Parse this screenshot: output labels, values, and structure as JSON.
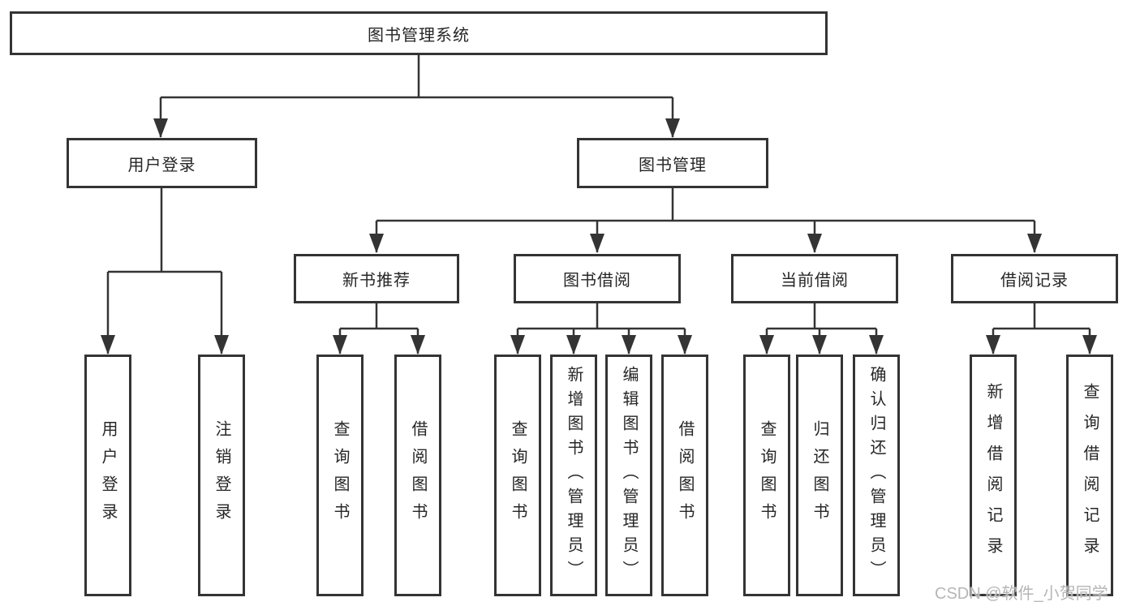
{
  "diagram": {
    "type": "hierarchy-tree",
    "title": "图书管理系统"
  },
  "nodes": {
    "root": {
      "label": "图书管理系统"
    },
    "level2": [
      {
        "label": "用户登录"
      },
      {
        "label": "图书管理"
      }
    ],
    "level3": [
      {
        "label": "新书推荐",
        "parent": "图书管理"
      },
      {
        "label": "图书借阅",
        "parent": "图书管理"
      },
      {
        "label": "当前借阅",
        "parent": "图书管理"
      },
      {
        "label": "借阅记录",
        "parent": "图书管理"
      }
    ],
    "leaves": [
      {
        "label": "用户登录",
        "parent": "用户登录"
      },
      {
        "label": "注销登录",
        "parent": "用户登录"
      },
      {
        "label": "查询图书",
        "parent": "新书推荐"
      },
      {
        "label": "借阅图书",
        "parent": "新书推荐"
      },
      {
        "label": "查询图书",
        "parent": "图书借阅"
      },
      {
        "label": "新增图书（管理员）",
        "parent": "图书借阅"
      },
      {
        "label": "编辑图书（管理员）",
        "parent": "图书借阅"
      },
      {
        "label": "借阅图书",
        "parent": "图书借阅"
      },
      {
        "label": "查询图书",
        "parent": "当前借阅"
      },
      {
        "label": "归还图书",
        "parent": "当前借阅"
      },
      {
        "label": "确认归还（管理员）",
        "parent": "当前借阅"
      },
      {
        "label": "新增借阅记录",
        "parent": "借阅记录"
      },
      {
        "label": "查询借阅记录",
        "parent": "借阅记录"
      }
    ]
  },
  "watermark": "CSDN @软件_小贺同学",
  "colors": {
    "line": "#343434",
    "box_border": "#343434",
    "box_fill": "#ffffff",
    "text": "#262626",
    "watermark": "#b6b6b6"
  }
}
